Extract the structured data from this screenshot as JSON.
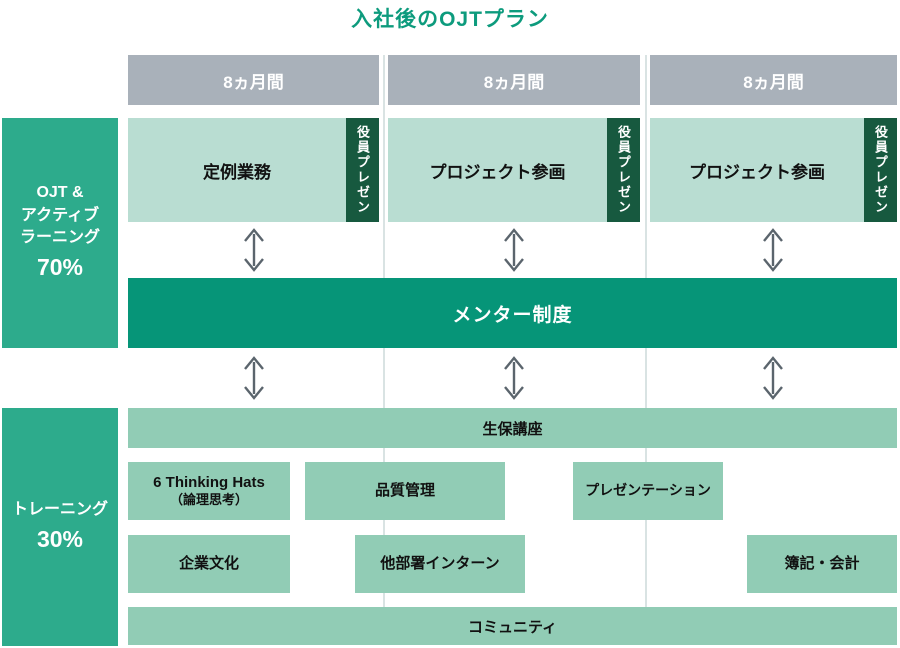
{
  "title": "入社後のOJTプラン",
  "sidebar": {
    "ojt": {
      "lines": [
        "OJT &",
        "アクティブ",
        "ラーニング"
      ],
      "percent": "70%"
    },
    "training": {
      "lines": [
        "トレーニング"
      ],
      "percent": "30%"
    }
  },
  "columns": [
    {
      "duration": "8ヵ月間",
      "activity": "定例業務",
      "badge": "役員プレゼン"
    },
    {
      "duration": "8ヵ月間",
      "activity": "プロジェクト参画",
      "badge": "役員プレゼン"
    },
    {
      "duration": "8ヵ月間",
      "activity": "プロジェクト参画",
      "badge": "役員プレゼン"
    }
  ],
  "mentor_program": "メンター制度",
  "training_items": {
    "insurance_course": "生保講座",
    "thinking_hats": {
      "line1": "6 Thinking Hats",
      "line2": "（論理思考）"
    },
    "quality": "品質管理",
    "presentation": "プレゼンテーション",
    "culture": "企業文化",
    "internship": "他部署インターン",
    "bookkeeping": "簿記・会計",
    "community": "コミュニティ"
  },
  "colors": {
    "accent_green": "#0d9b7d",
    "sidebar_green": "#2dab8c",
    "mentor_green": "#069578",
    "light_box_green": "#b9ddd2",
    "mid_box_green": "#91ccb5",
    "dark_badge_green": "#17593f",
    "header_gray": "#a9b1ba",
    "arrow_gray": "#5b656d"
  }
}
